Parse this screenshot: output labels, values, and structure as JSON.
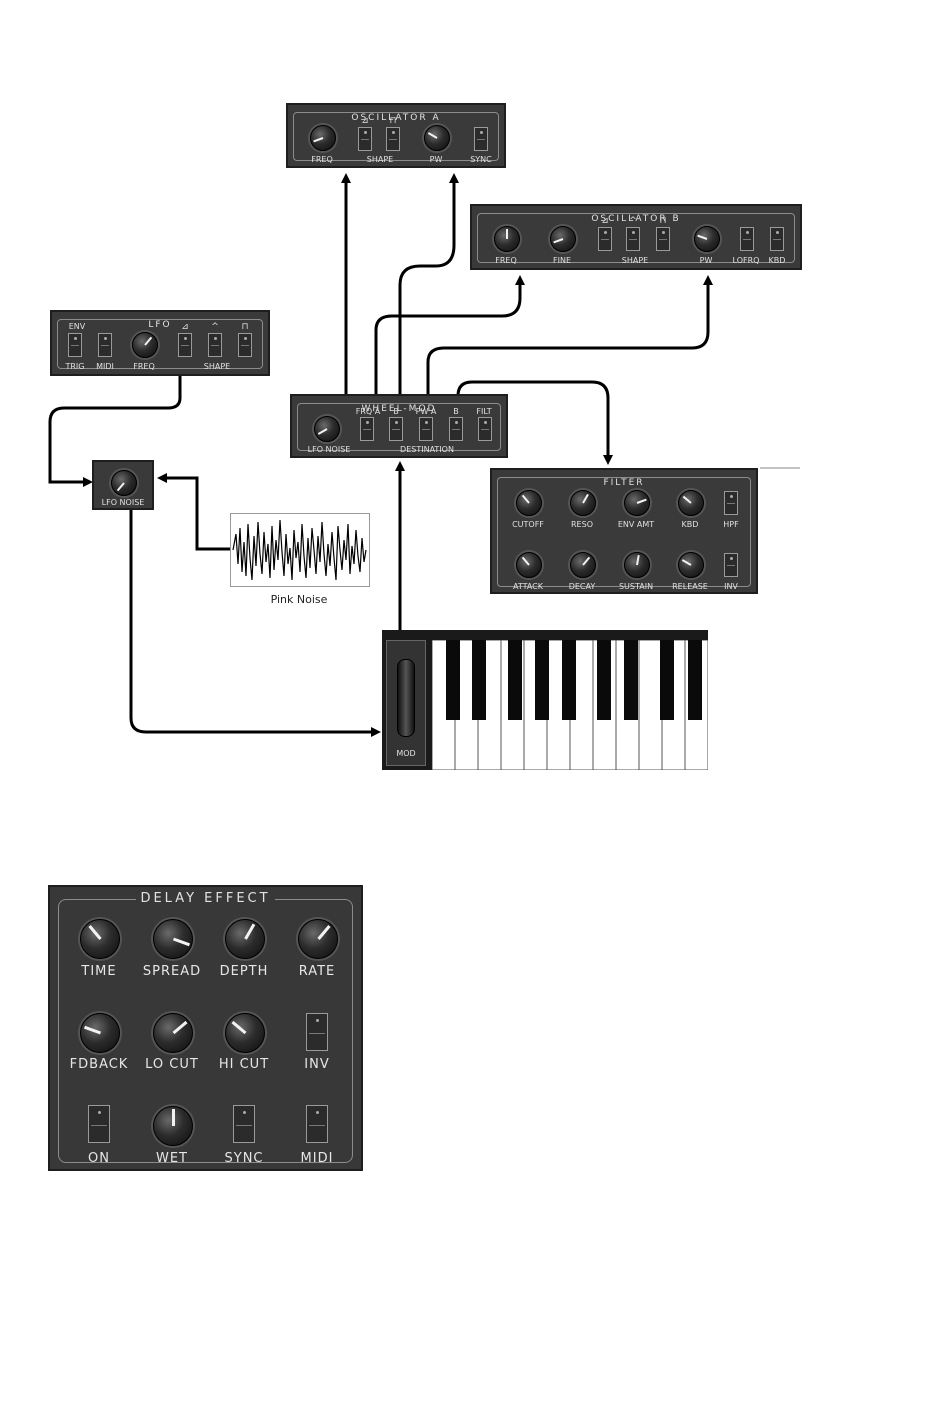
{
  "osc_a": {
    "title": "OSCILLATOR A",
    "labels": {
      "freq": "FREQ",
      "shape": "SHAPE",
      "pw": "PW",
      "sync": "SYNC"
    }
  },
  "osc_b": {
    "title": "OSCILLATOR B",
    "labels": {
      "freq": "FREQ",
      "fine": "FINE",
      "shape": "SHAPE",
      "pw": "PW",
      "lofreq": "LOFRQ",
      "kbd": "KBD"
    }
  },
  "lfo": {
    "title": "LFO",
    "labels": {
      "env": "ENV",
      "trig": "TRIG",
      "midi": "MIDI",
      "freq": "FREQ",
      "shape": "SHAPE"
    }
  },
  "wheel_mod": {
    "title": "WHEEL-MOD",
    "labels": {
      "frq_a": "FRQ A",
      "b1": "B",
      "pw_a": "PW A",
      "b2": "B",
      "filt": "FILT",
      "lfo_noise": "LFO NOISE",
      "destination": "DESTINATION"
    }
  },
  "lfo_noise": {
    "label": "LFO NOISE"
  },
  "pink_noise": {
    "caption": "Pink Noise"
  },
  "filter": {
    "title": "FILTER",
    "labels": {
      "cutoff": "CUTOFF",
      "reso": "RESO",
      "env_amt": "ENV AMT",
      "kbd": "KBD",
      "hpf": "HPF",
      "attack": "ATTACK",
      "decay": "DECAY",
      "sustain": "SUSTAIN",
      "release": "RELEASE",
      "inv": "INV"
    }
  },
  "keyboard": {
    "mod_label": "MOD"
  },
  "delay": {
    "title": "DELAY EFFECT",
    "labels": {
      "time": "TIME",
      "spread": "SPREAD",
      "depth": "DEPTH",
      "rate": "RATE",
      "fdback": "FDBACK",
      "lo_cut": "LO CUT",
      "hi_cut": "HI CUT",
      "inv": "INV",
      "on": "ON",
      "wet": "WET",
      "sync": "SYNC",
      "midi": "MIDI"
    }
  }
}
